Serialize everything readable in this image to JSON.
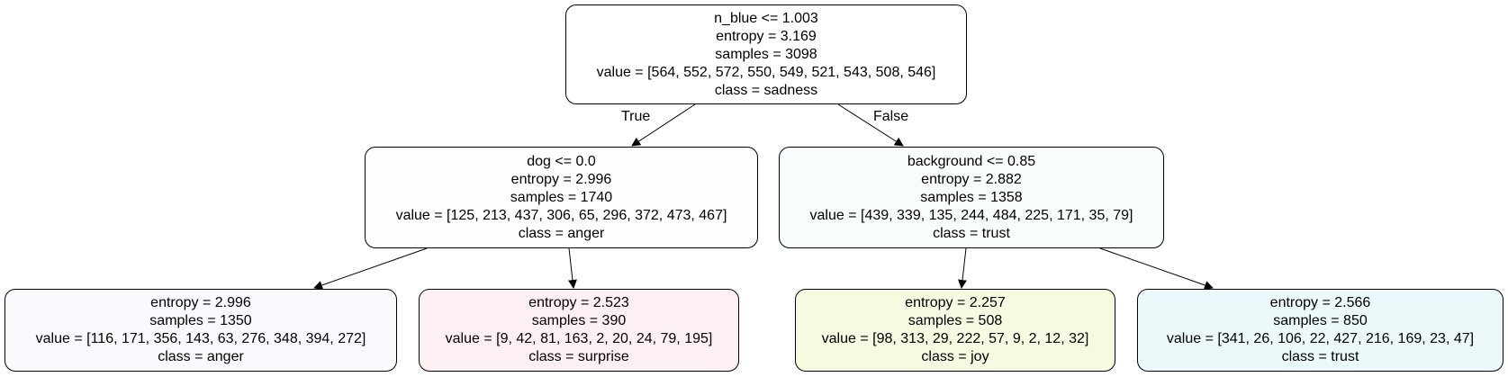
{
  "edge_labels": {
    "true_label": "True",
    "false_label": "False"
  },
  "nodes": {
    "root": {
      "split": "n_blue <= 1.003",
      "entropy": "entropy = 3.169",
      "samples": "samples = 3098",
      "value": "value = [564, 552, 572, 550, 549, 521, 543, 508, 546]",
      "class": "class = sadness",
      "fill": "#ffffff"
    },
    "left": {
      "split": "dog <= 0.0",
      "entropy": "entropy = 2.996",
      "samples": "samples = 1740",
      "value": "value = [125, 213, 437, 306, 65, 296, 372, 473, 467]",
      "class": "class = anger",
      "fill": "#fefefe"
    },
    "right": {
      "split": "background <= 0.85",
      "entropy": "entropy = 2.882",
      "samples": "samples = 1358",
      "value": "value = [439, 339, 135, 244, 484, 225, 171, 35, 79]",
      "class": "class = trust",
      "fill": "#f8fcfd"
    },
    "leaf_ll": {
      "entropy": "entropy = 2.996",
      "samples": "samples = 1350",
      "value": "value = [116, 171, 356, 143, 63, 276, 348, 394, 272]",
      "class": "class = anger",
      "fill": "#fcf9fe"
    },
    "leaf_lr": {
      "entropy": "entropy = 2.523",
      "samples": "samples = 390",
      "value": "value = [9, 42, 81, 163, 2, 20, 24, 79, 195]",
      "class": "class = surprise",
      "fill": "#fdf0f3"
    },
    "leaf_rl": {
      "entropy": "entropy = 2.257",
      "samples": "samples = 508",
      "value": "value = [98, 313, 29, 222, 57, 9, 2, 12, 32]",
      "class": "class = joy",
      "fill": "#f7f9e0"
    },
    "leaf_rr": {
      "entropy": "entropy = 2.566",
      "samples": "samples = 850",
      "value": "value = [341, 26, 106, 22, 427, 216, 169, 23, 47]",
      "class": "class = trust",
      "fill": "#ecf9fa"
    }
  }
}
